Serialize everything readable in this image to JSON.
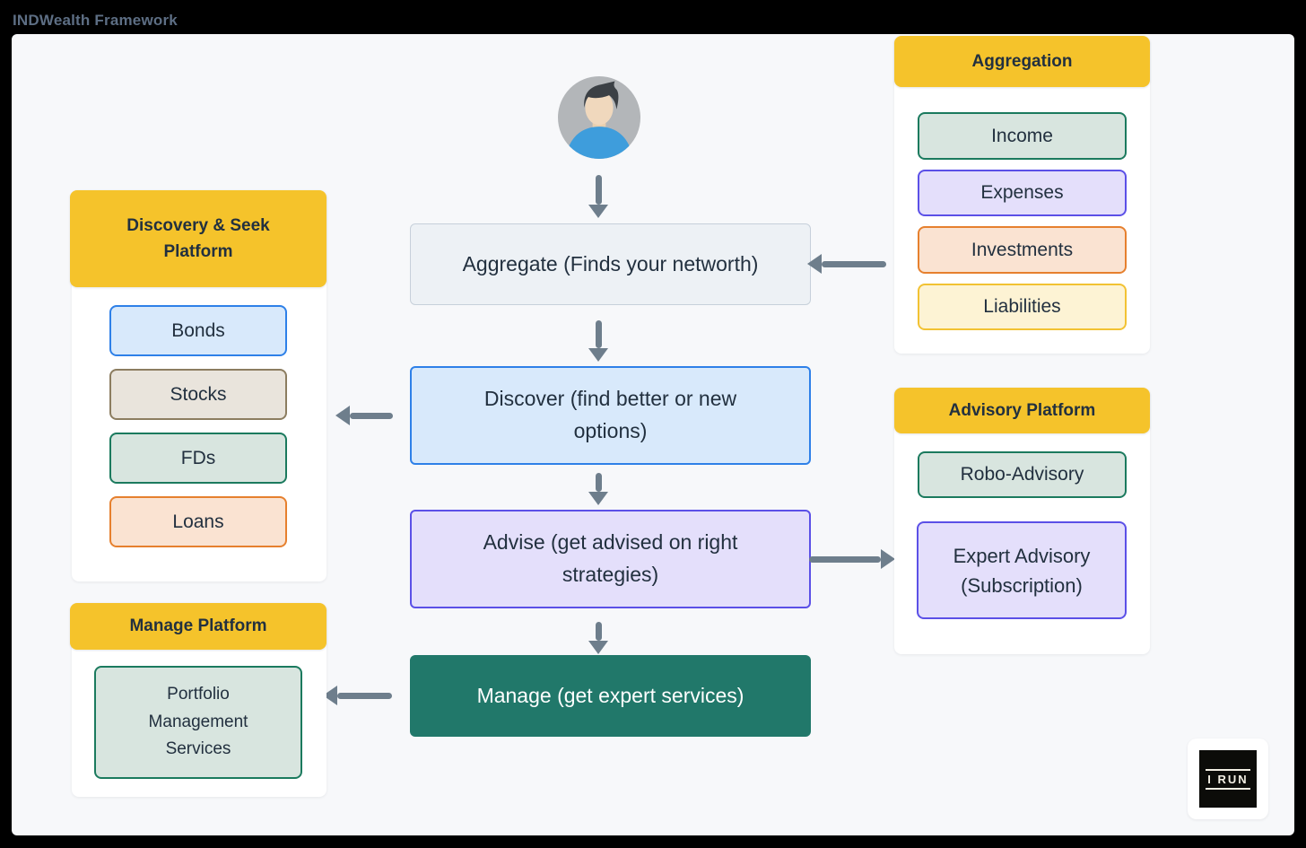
{
  "page": {
    "title": "INDWealth Framework"
  },
  "avatar": {
    "description": "user-person"
  },
  "flow": {
    "aggregate": {
      "label": "Aggregate (Finds your networth)"
    },
    "discover": {
      "label": "Discover (find better or new options)"
    },
    "advise": {
      "label": "Advise (get advised on right strategies)"
    },
    "manage": {
      "label": "Manage (get expert services)"
    }
  },
  "panels": {
    "aggregation": {
      "title": "Aggregation",
      "items": [
        {
          "label": "Income",
          "accent": "#1B7A5E"
        },
        {
          "label": "Expenses",
          "accent": "#5B50E7"
        },
        {
          "label": "Investments",
          "accent": "#E6802E"
        },
        {
          "label": "Liabilities",
          "accent": "#F2C233"
        }
      ]
    },
    "discovery": {
      "title": "Discovery & Seek Platform",
      "items": [
        {
          "label": "Bonds",
          "accent": "#2E80E8"
        },
        {
          "label": "Stocks",
          "accent": "#8C7D60"
        },
        {
          "label": "FDs",
          "accent": "#1B7A5E"
        },
        {
          "label": "Loans",
          "accent": "#E6802E"
        }
      ]
    },
    "advisory": {
      "title": "Advisory Platform",
      "items": [
        {
          "label": "Robo-Advisory",
          "accent": "#1B7A5E"
        },
        {
          "label": "Expert Advisory (Subscription)",
          "accent": "#5B50E7"
        }
      ]
    },
    "manage_platform": {
      "title": "Manage Platform",
      "items": [
        {
          "label": "Portfolio Management Services",
          "accent": "#1B7A5E"
        }
      ]
    }
  },
  "logo": {
    "text": "I RUN"
  },
  "colors": {
    "frame": "#000000",
    "canvas": "#F7F8FA",
    "header_yellow": "#F5C32B",
    "text_dark": "#22303F",
    "arrow": "#6E7E8C",
    "manage_green": "#21786A",
    "aggregate_gray_fill": "#EDF1F5",
    "aggregate_gray_border": "#C7D0DA"
  }
}
